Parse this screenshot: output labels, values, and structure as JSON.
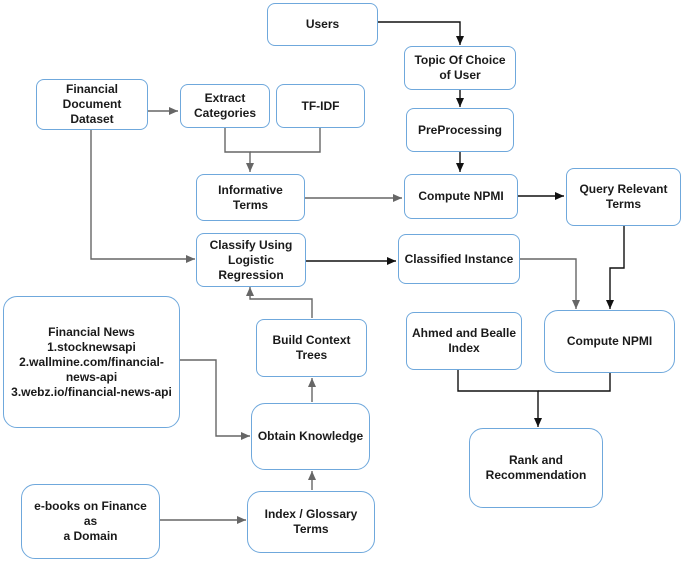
{
  "diagram": {
    "nodes": {
      "users": "Users",
      "topic": "Topic Of Choice\nof User",
      "financial_dataset": "Financial\nDocument\nDataset",
      "extract_categories": "Extract\nCategories",
      "tfidf": "TF-IDF",
      "preprocessing": "PreProcessing",
      "informative_terms": "Informative\nTerms",
      "compute_npmi_1": "Compute NPMI",
      "query_relevant_terms": "Query Relevant\nTerms",
      "classify": "Classify Using\nLogistic\nRegression",
      "classified_instance": "Classified Instance",
      "financial_news": "Financial News\n1.stocknewsapi\n2.wallmine.com/financial-\nnews-api\n3.webz.io/financial-news-api",
      "build_context_trees": "Build Context\nTrees",
      "ahmed_bealle": "Ahmed and Bealle\nIndex",
      "compute_npmi_2": "Compute NPMI",
      "obtain_knowledge": "Obtain Knowledge",
      "rank_recommendation": "Rank and\nRecommendation",
      "ebooks": "e-books on Finance as\na Domain",
      "index_glossary": "Index / Glossary\nTerms"
    },
    "colors": {
      "node_border": "#6fa8dc",
      "edge_dark": "#111111",
      "edge_gray": "#666666"
    }
  }
}
